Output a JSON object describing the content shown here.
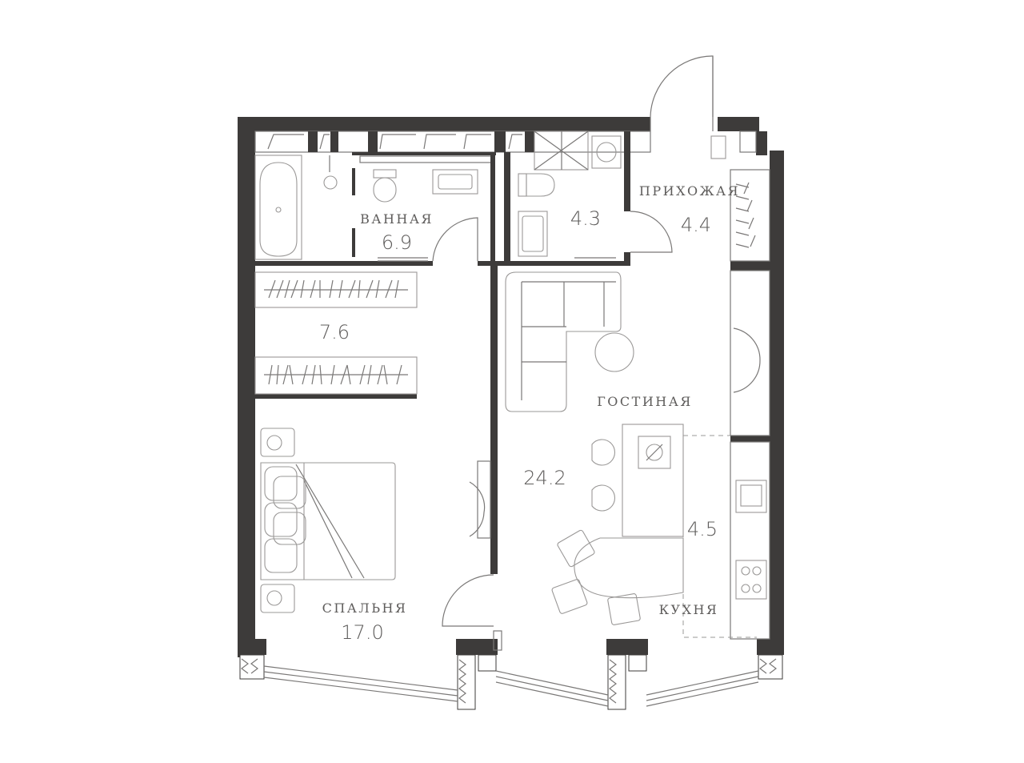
{
  "rooms": {
    "bathroom": {
      "name": "ВАННАЯ",
      "area": "6.9"
    },
    "wc": {
      "area": "4.3"
    },
    "hallway": {
      "name": "ПРИХОЖАЯ",
      "area": "4.4"
    },
    "wardrobe": {
      "area": "7.6"
    },
    "living": {
      "name": "ГОСТИНАЯ",
      "area": "24.2"
    },
    "bedroom": {
      "name": "СПАЛЬНЯ",
      "area": "17.0"
    },
    "kitchen": {
      "name": "КУХНЯ",
      "area": "4.5"
    }
  },
  "colors": {
    "wall": "#3d3b3a",
    "line": "#9a9897",
    "text": "#5e5c5b"
  }
}
